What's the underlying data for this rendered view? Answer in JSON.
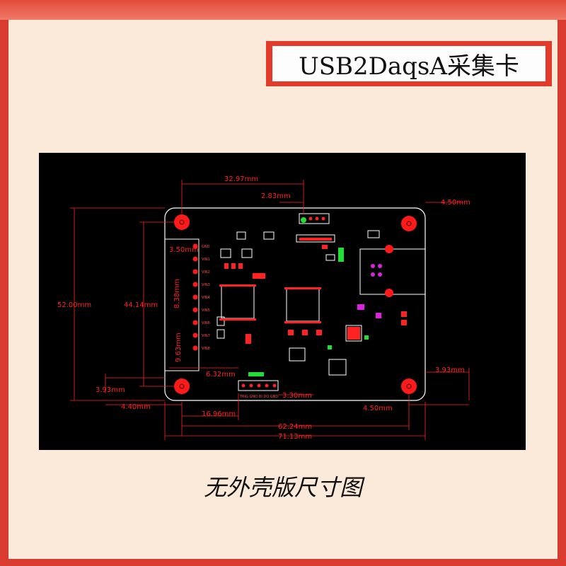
{
  "header": {
    "title": "USB2DaqsA采集卡"
  },
  "drawing": {
    "dims": {
      "d1": "32.97mm",
      "d2": "2.83mm",
      "d3": "4.50mm",
      "d4": "52.00mm",
      "d5": "44.14mm",
      "d6": "3.50mm",
      "d7": "8.38mm",
      "d8": "9.63mm",
      "d9": "6.32mm",
      "d10": "3.93mm",
      "d11": "3.93mm",
      "d12": "3.30mm",
      "d13": "4.40mm",
      "d14": "16.96mm",
      "d15": "4.50mm",
      "d16": "62.24mm",
      "d17": "71.13mm"
    },
    "pins": [
      "GND",
      "VIN1",
      "VIN2",
      "VIN3",
      "VIN4",
      "VIN5",
      "VIN6",
      "VIN7",
      "VIN8"
    ],
    "bottom_pins": "TRIG GND DI DO GND",
    "colors": {
      "dimension": "#ff2222",
      "board": "#000000",
      "frame": "#d93b2e",
      "hole": "#ff1a1a"
    }
  },
  "caption": "无外壳版尺寸图"
}
